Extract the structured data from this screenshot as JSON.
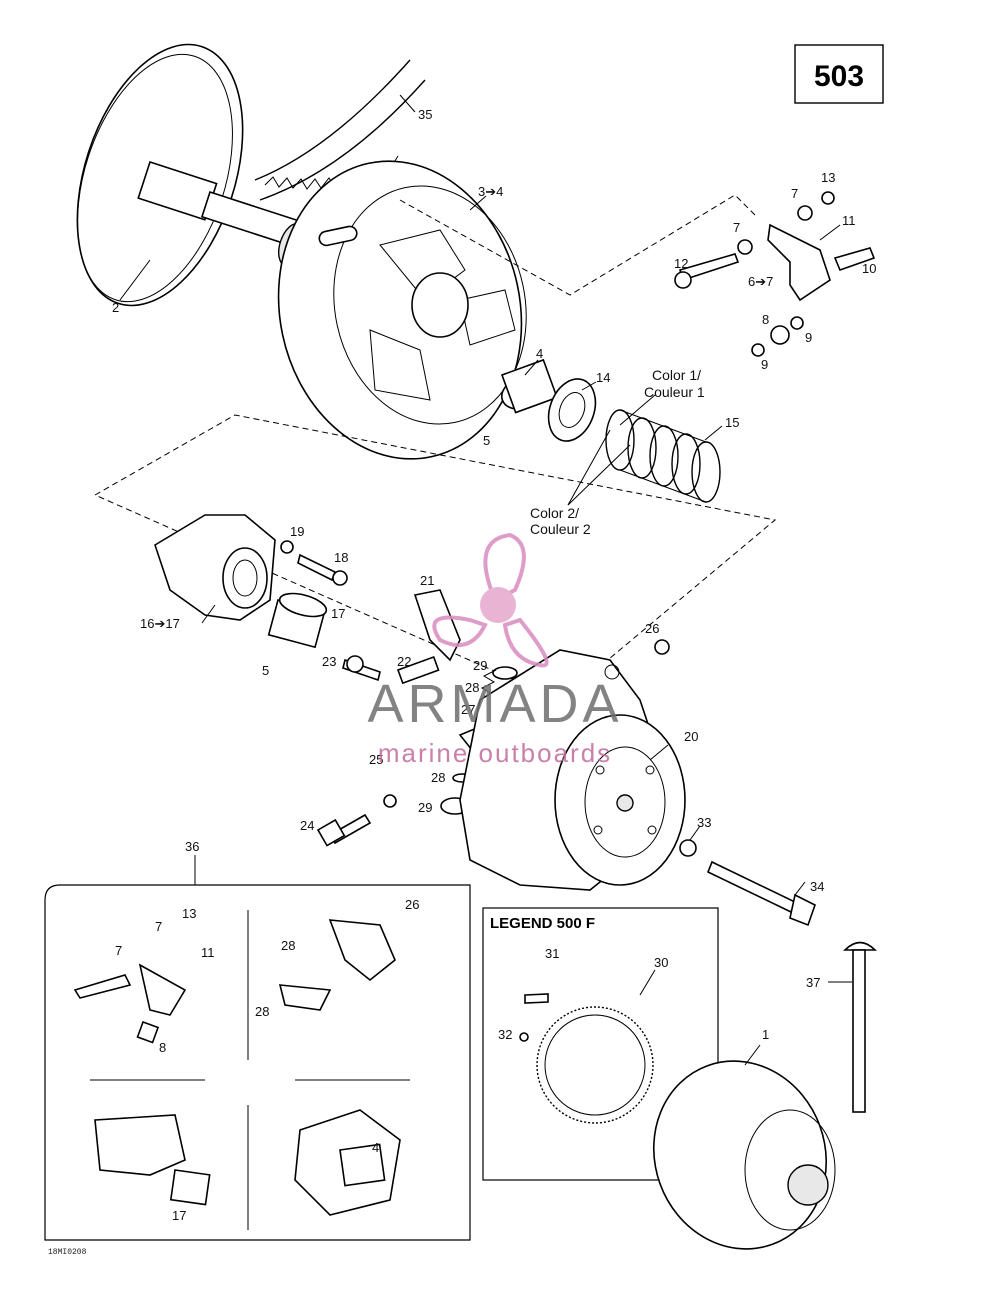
{
  "page_number": "503",
  "legend": {
    "title": "LEGEND 500 F"
  },
  "color_notes": {
    "color1": "Color 1/\nCouleur 1",
    "color2": "Color 2/\nCouleur 2"
  },
  "color_notes_lines": {
    "color1_a": "Color 1/",
    "color1_b": "Couleur 1",
    "color2_a": "Color 2/",
    "color2_b": "Couleur 2"
  },
  "drawing_code": "18MI0208",
  "watermark": {
    "brand": "ARMADA",
    "tagline": "marine outboards"
  },
  "part_labels": [
    {
      "id": "l35",
      "text": "35"
    },
    {
      "id": "l3-4",
      "text": "3➔4"
    },
    {
      "id": "l2",
      "text": "2"
    },
    {
      "id": "l13a",
      "text": "13"
    },
    {
      "id": "l7a",
      "text": "7"
    },
    {
      "id": "l11a",
      "text": "11"
    },
    {
      "id": "l7b",
      "text": "7"
    },
    {
      "id": "l12",
      "text": "12"
    },
    {
      "id": "l10",
      "text": "10"
    },
    {
      "id": "l6-7",
      "text": "6➔7"
    },
    {
      "id": "l8a",
      "text": "8"
    },
    {
      "id": "l9a",
      "text": "9"
    },
    {
      "id": "l9b",
      "text": "9"
    },
    {
      "id": "l4a",
      "text": "4"
    },
    {
      "id": "l14",
      "text": "14"
    },
    {
      "id": "l5a",
      "text": "5"
    },
    {
      "id": "l15",
      "text": "15"
    },
    {
      "id": "l19",
      "text": "19"
    },
    {
      "id": "l18",
      "text": "18"
    },
    {
      "id": "l21",
      "text": "21"
    },
    {
      "id": "l16-17",
      "text": "16➔17"
    },
    {
      "id": "l17a",
      "text": "17"
    },
    {
      "id": "l26a",
      "text": "26"
    },
    {
      "id": "l5b",
      "text": "5"
    },
    {
      "id": "l23",
      "text": "23"
    },
    {
      "id": "l22",
      "text": "22"
    },
    {
      "id": "l29a",
      "text": "29"
    },
    {
      "id": "l28a",
      "text": "28"
    },
    {
      "id": "l27",
      "text": "27"
    },
    {
      "id": "l20",
      "text": "20"
    },
    {
      "id": "l25",
      "text": "25"
    },
    {
      "id": "l28b",
      "text": "28"
    },
    {
      "id": "l29b",
      "text": "29"
    },
    {
      "id": "l24",
      "text": "24"
    },
    {
      "id": "l33",
      "text": "33"
    },
    {
      "id": "l36",
      "text": "36"
    },
    {
      "id": "l34",
      "text": "34"
    },
    {
      "id": "l13b",
      "text": "13"
    },
    {
      "id": "l7c",
      "text": "7"
    },
    {
      "id": "l11b",
      "text": "11"
    },
    {
      "id": "l7d",
      "text": "7"
    },
    {
      "id": "l8b",
      "text": "8"
    },
    {
      "id": "l26b",
      "text": "26"
    },
    {
      "id": "l28c",
      "text": "28"
    },
    {
      "id": "l28d",
      "text": "28"
    },
    {
      "id": "l31",
      "text": "31"
    },
    {
      "id": "l30",
      "text": "30"
    },
    {
      "id": "l37",
      "text": "37"
    },
    {
      "id": "l32",
      "text": "32"
    },
    {
      "id": "l1",
      "text": "1"
    },
    {
      "id": "l4b",
      "text": "4"
    },
    {
      "id": "l17b",
      "text": "17"
    }
  ]
}
